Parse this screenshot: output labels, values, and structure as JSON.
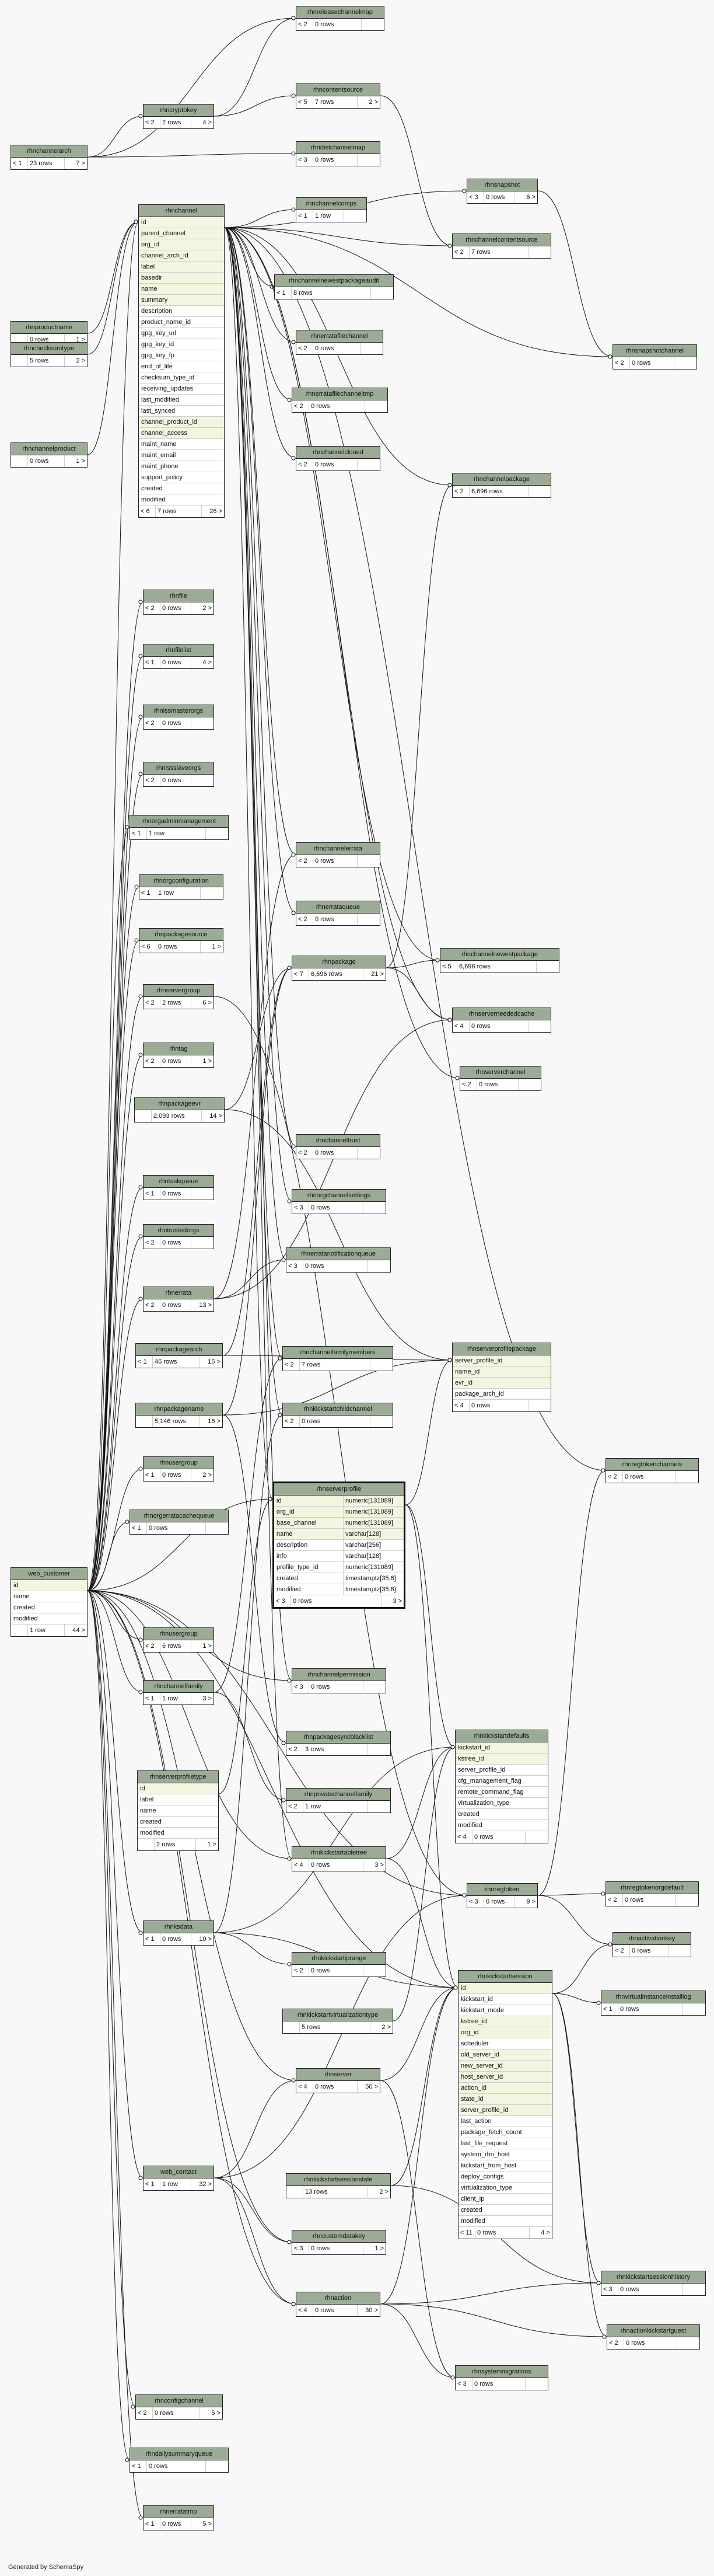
{
  "footer_text": "Generated by SchemaSpy",
  "tables": [
    {
      "id": "rhnreleasechannelmap",
      "name": "rhnreleasechannelmap",
      "cols": [],
      "left": "< 2",
      "rows": "0 rows",
      "right": ""
    },
    {
      "id": "rhncryptokey",
      "name": "rhncryptokey",
      "cols": [],
      "left": "< 2",
      "rows": "2 rows",
      "right": "4 >"
    },
    {
      "id": "rhncontentsource",
      "name": "rhncontentsource",
      "cols": [],
      "left": "< 5",
      "rows": "7 rows",
      "right": "2 >"
    },
    {
      "id": "rhnchannelarch",
      "name": "rhnchannelarch",
      "cols": [],
      "left": "< 1",
      "rows": "23 rows",
      "right": "7 >"
    },
    {
      "id": "rhndistchannelmap",
      "name": "rhndistchannelmap",
      "cols": [],
      "left": "< 3",
      "rows": "0 rows",
      "right": ""
    },
    {
      "id": "rhnsnapshot",
      "name": "rhnsnapshot",
      "cols": [],
      "left": "< 3",
      "rows": "0 rows",
      "right": "6 >"
    },
    {
      "id": "rhnchannel",
      "name": "rhnchannel",
      "cols": [
        {
          "n": "id",
          "k": true
        },
        {
          "n": "parent_channel",
          "k": true
        },
        {
          "n": "org_id",
          "k": true
        },
        {
          "n": "channel_arch_id",
          "k": true
        },
        {
          "n": "label",
          "k": true
        },
        {
          "n": "basedir",
          "k": true
        },
        {
          "n": "name",
          "k": true
        },
        {
          "n": "summary",
          "k": true
        },
        {
          "n": "description"
        },
        {
          "n": "product_name_id"
        },
        {
          "n": "gpg_key_url"
        },
        {
          "n": "gpg_key_id"
        },
        {
          "n": "gpg_key_fp"
        },
        {
          "n": "end_of_life"
        },
        {
          "n": "checksum_type_id"
        },
        {
          "n": "receiving_updates"
        },
        {
          "n": "last_modified"
        },
        {
          "n": "last_synced"
        },
        {
          "n": "channel_product_id",
          "k": true
        },
        {
          "n": "channel_access",
          "k": true
        },
        {
          "n": "maint_name"
        },
        {
          "n": "maint_email"
        },
        {
          "n": "maint_phone"
        },
        {
          "n": "support_policy"
        },
        {
          "n": "created"
        },
        {
          "n": "modified"
        }
      ],
      "left": "< 6",
      "rows": "7 rows",
      "right": "26 >"
    },
    {
      "id": "rhnchannelcomps",
      "name": "rhnchannelcomps",
      "cols": [],
      "left": "< 1",
      "rows": "1 row",
      "right": ""
    },
    {
      "id": "rhnchannelcontentsource",
      "name": "rhnchannelcontentsource",
      "cols": [],
      "left": "< 2",
      "rows": "7 rows",
      "right": ""
    },
    {
      "id": "rhnchannelnewestpackageaudit",
      "name": "rhnchannelnewestpackageaudit",
      "cols": [],
      "left": "< 1",
      "rows": "8 rows",
      "right": ""
    },
    {
      "id": "rhnproductname",
      "name": "rhnproductname",
      "cols": [],
      "left": "",
      "rows": "0 rows",
      "right": "1 >"
    },
    {
      "id": "rhnerrataclonedtmp",
      "name": "rhnerratafilechannel",
      "cols": [],
      "left": "< 2",
      "rows": "0 rows",
      "right": ""
    },
    {
      "id": "rhnsnapshotchannel",
      "name": "rhnsnapshotchannel",
      "cols": [],
      "left": "< 2",
      "rows": "0 rows",
      "right": ""
    },
    {
      "id": "rhnchecksumtype",
      "name": "rhnchecksumtype",
      "cols": [],
      "left": "",
      "rows": "5 rows",
      "right": "2 >"
    },
    {
      "id": "rhnerratafilechanneltmp",
      "name": "rhnerratafilechanneltmp",
      "cols": [],
      "left": "< 2",
      "rows": "0 rows",
      "right": ""
    },
    {
      "id": "rhnchannelproduct",
      "name": "rhnchannelproduct",
      "cols": [],
      "left": "",
      "rows": "0 rows",
      "right": "1 >"
    },
    {
      "id": "rhnchannelcloned",
      "name": "rhnchannelcloned",
      "cols": [],
      "left": "< 2",
      "rows": "0 rows",
      "right": ""
    },
    {
      "id": "rhnchannelpackage",
      "name": "rhnchannelpackage",
      "cols": [],
      "left": "< 2",
      "rows": "6,696 rows",
      "right": ""
    },
    {
      "id": "rhnfile",
      "name": "rhnfile",
      "cols": [],
      "left": "< 2",
      "rows": "0 rows",
      "right": "2 >"
    },
    {
      "id": "rhnfilelist",
      "name": "rhnfilelist",
      "cols": [],
      "left": "< 1",
      "rows": "0 rows",
      "right": "4 >"
    },
    {
      "id": "rhnsnmastererorgs",
      "name": "rhnissmasterorgs",
      "cols": [],
      "left": "< 2",
      "rows": "0 rows",
      "right": ""
    },
    {
      "id": "rhnisslaveorgs",
      "name": "rhnissslaveorgs",
      "cols": [],
      "left": "< 2",
      "rows": "0 rows",
      "right": ""
    },
    {
      "id": "rhnorgadminmanagement",
      "name": "rhnorgadminmanagement",
      "cols": [],
      "left": "< 1",
      "rows": "1 row",
      "right": ""
    },
    {
      "id": "rhnchannelerrata",
      "name": "rhnchannelerrata",
      "cols": [],
      "left": "< 2",
      "rows": "0 rows",
      "right": ""
    },
    {
      "id": "rhnorgconfiguration",
      "name": "rhnorgconfiguration",
      "cols": [],
      "left": "< 1",
      "rows": "1 row",
      "right": ""
    },
    {
      "id": "rhnerrataqueue",
      "name": "rhnerrataqueue",
      "cols": [],
      "left": "< 2",
      "rows": "0 rows",
      "right": ""
    },
    {
      "id": "rhnpackagesource",
      "name": "rhnpackagesource",
      "cols": [],
      "left": "< 6",
      "rows": "0 rows",
      "right": "1 >"
    },
    {
      "id": "rhnpackage",
      "name": "rhnpackage",
      "cols": [],
      "left": "< 7",
      "rows": "6,696 rows",
      "right": "21 >"
    },
    {
      "id": "rhnchannelnewestpackage",
      "name": "rhnchannelnewestpackage",
      "cols": [],
      "left": "< 5",
      "rows": "6,696 rows",
      "right": ""
    },
    {
      "id": "rhnservergroup",
      "name": "rhnservergroup",
      "cols": [],
      "left": "< 2",
      "rows": "2 rows",
      "right": "6 >"
    },
    {
      "id": "rhnserverneededcache",
      "name": "rhnserverneededcache",
      "cols": [],
      "left": "< 4",
      "rows": "0 rows",
      "right": ""
    },
    {
      "id": "rhntag",
      "name": "rhntag",
      "cols": [],
      "left": "< 2",
      "rows": "0 rows",
      "right": "1 >"
    },
    {
      "id": "rhnserverchannel",
      "name": "rhnserverchannel",
      "cols": [],
      "left": "< 2",
      "rows": "0 rows",
      "right": ""
    },
    {
      "id": "rhnpackageevr",
      "name": "rhnpackageevr",
      "cols": [],
      "left": "",
      "rows": "2,093 rows",
      "right": "14 >"
    },
    {
      "id": "rhnchanneltrust",
      "name": "rhnchanneltrust",
      "cols": [],
      "left": "< 2",
      "rows": "0 rows",
      "right": ""
    },
    {
      "id": "rhntaskqueue",
      "name": "rhntaskqueue",
      "cols": [],
      "left": "< 1",
      "rows": "0 rows",
      "right": ""
    },
    {
      "id": "rhnorgchannelsettings",
      "name": "rhnorgchannelsettings",
      "cols": [],
      "left": "< 3",
      "rows": "0 rows",
      "right": ""
    },
    {
      "id": "rhntrustedorgs",
      "name": "rhntrustedorgs",
      "cols": [],
      "left": "< 2",
      "rows": "0 rows",
      "right": ""
    },
    {
      "id": "rhnerratanotificationqueue",
      "name": "rhnerratanotificationqueue",
      "cols": [],
      "left": "< 3",
      "rows": "0 rows",
      "right": ""
    },
    {
      "id": "rhnerrata",
      "name": "rhnerrata",
      "cols": [],
      "left": "< 2",
      "rows": "0 rows",
      "right": "13 >"
    },
    {
      "id": "rhnpackagearch",
      "name": "rhnpackagearch",
      "cols": [],
      "left": "< 1",
      "rows": "46 rows",
      "right": "15 >"
    },
    {
      "id": "rhnchannelfamilymembers",
      "name": "rhnchannelfamilymembers",
      "cols": [],
      "left": "< 2",
      "rows": "7 rows",
      "right": ""
    },
    {
      "id": "rhnserverprofilepackage",
      "name": "rhnserverprofilepackage",
      "cols": [
        {
          "n": "server_profile_id",
          "k": true
        },
        {
          "n": "name_id",
          "k": true
        },
        {
          "n": "evr_id",
          "k": true
        },
        {
          "n": "package_arch_id"
        }
      ],
      "left": "< 4",
      "rows": "0 rows",
      "right": ""
    },
    {
      "id": "rhnpackagename",
      "name": "rhnpackagename",
      "cols": [],
      "left": "",
      "rows": "5,146 rows",
      "right": "16 >"
    },
    {
      "id": "rhnkickstartchildchannel",
      "name": "rhnkickstartchildchannel",
      "cols": [],
      "left": "< 2",
      "rows": "0 rows",
      "right": ""
    },
    {
      "id": "rhnusergroup",
      "name": "rhnusergroup",
      "cols": [],
      "left": "< 1",
      "rows": "0 rows",
      "right": "2 >"
    },
    {
      "id": "rhnregtokenchannels",
      "name": "rhnregtokenchannels",
      "cols": [],
      "left": "< 2",
      "rows": "0 rows",
      "right": ""
    },
    {
      "id": "rhnserverprofile",
      "name": "rhnserverprofile",
      "focus": true,
      "cols": [
        {
          "n": "id",
          "t": "numeric[131089]",
          "k": true
        },
        {
          "n": "org_id",
          "t": "numeric[131089]",
          "k": true
        },
        {
          "n": "base_channel",
          "t": "numeric[131089]",
          "k": true
        },
        {
          "n": "name",
          "t": "varchar[128]",
          "k": true
        },
        {
          "n": "description",
          "t": "varchar[256]"
        },
        {
          "n": "info",
          "t": "varchar[128]"
        },
        {
          "n": "profile_type_id",
          "t": "numeric[131089]"
        },
        {
          "n": "created",
          "t": "timestamptz[35,6]"
        },
        {
          "n": "modified",
          "t": "timestamptz[35,6]"
        }
      ],
      "left": "< 3",
      "rows": "0 rows",
      "right": "3 >"
    },
    {
      "id": "rhnerratacachequeue",
      "name": "rhnorgerratacachequeue",
      "cols": [],
      "left": "< 1",
      "rows": "0 rows",
      "right": ""
    },
    {
      "id": "web_customer",
      "name": "web_customer",
      "cols": [
        {
          "n": "id",
          "k": true
        },
        {
          "n": "name"
        },
        {
          "n": "created"
        },
        {
          "n": "modified"
        }
      ],
      "left": "",
      "rows": "1 row",
      "right": "44 >"
    },
    {
      "id": "rhnusergroup2",
      "name": "rhnusergroup",
      "cols": [],
      "left": "< 2",
      "rows": "6 rows",
      "right": "1 >"
    },
    {
      "id": "rhnchannelpermission",
      "name": "rhnchannelpermission",
      "cols": [],
      "left": "< 3",
      "rows": "0 rows",
      "right": ""
    },
    {
      "id": "rhnchannelfamily",
      "name": "rhnchannelfamily",
      "cols": [],
      "left": "< 1",
      "rows": "1 row",
      "right": "3 >"
    },
    {
      "id": "rhnkickstartdefaults",
      "name": "rhnkickstartdefaults",
      "cols": [
        {
          "n": "kickstart_id",
          "k": true
        },
        {
          "n": "kstree_id",
          "k": true
        },
        {
          "n": "server_profile_id"
        },
        {
          "n": "cfg_management_flag"
        },
        {
          "n": "remote_command_flag"
        },
        {
          "n": "virtualization_type"
        },
        {
          "n": "created"
        },
        {
          "n": "modified"
        }
      ],
      "left": "< 4",
      "rows": "0 rows",
      "right": ""
    },
    {
      "id": "rhnpackagesyncblacklist",
      "name": "rhnpackagesyncblacklist",
      "cols": [],
      "left": "< 2",
      "rows": "3 rows",
      "right": ""
    },
    {
      "id": "rhnserverprofiletype",
      "name": "rhnserverprofiletype",
      "cols": [
        {
          "n": "id",
          "k": true
        },
        {
          "n": "label"
        },
        {
          "n": "name"
        },
        {
          "n": "created"
        },
        {
          "n": "modified"
        }
      ],
      "left": "",
      "rows": "2 rows",
      "right": "1 >"
    },
    {
      "id": "rhnprivatechannelfamily",
      "name": "rhnprivatechannelfamily",
      "cols": [],
      "left": "< 2",
      "rows": "1 row",
      "right": ""
    },
    {
      "id": "rhnkickstartabletree",
      "name": "rhnkickstartabletree",
      "cols": [],
      "left": "< 4",
      "rows": "0 rows",
      "right": "3 >"
    },
    {
      "id": "rhnregtoken",
      "name": "rhnregtoken",
      "cols": [],
      "left": "< 3",
      "rows": "0 rows",
      "right": "9 >"
    },
    {
      "id": "rhnregtokenorgdefault",
      "name": "rhnregtokenorgdefault",
      "cols": [],
      "left": "< 2",
      "rows": "0 rows",
      "right": ""
    },
    {
      "id": "rhnksdata",
      "name": "rhnksdata",
      "cols": [],
      "left": "< 1",
      "rows": "0 rows",
      "right": "10 >"
    },
    {
      "id": "rhnactivationkey",
      "name": "rhnactivationkey",
      "cols": [],
      "left": "< 2",
      "rows": "0 rows",
      "right": ""
    },
    {
      "id": "rhnkickstartsession",
      "name": "rhnkickstartsession",
      "cols": [
        {
          "n": "id",
          "k": true
        },
        {
          "n": "kickstart_id"
        },
        {
          "n": "kickstart_mode"
        },
        {
          "n": "kstree_id",
          "k": true
        },
        {
          "n": "org_id",
          "k": true
        },
        {
          "n": "scheduler"
        },
        {
          "n": "old_server_id",
          "k": true
        },
        {
          "n": "new_server_id",
          "k": true
        },
        {
          "n": "host_server_id",
          "k": true
        },
        {
          "n": "action_id",
          "k": true
        },
        {
          "n": "state_id",
          "k": true
        },
        {
          "n": "server_profile_id",
          "k": true
        },
        {
          "n": "last_action"
        },
        {
          "n": "package_fetch_count"
        },
        {
          "n": "last_file_request"
        },
        {
          "n": "system_rhn_host"
        },
        {
          "n": "kickstart_from_host"
        },
        {
          "n": "deploy_configs"
        },
        {
          "n": "virtualization_type"
        },
        {
          "n": "client_ip"
        },
        {
          "n": "created"
        },
        {
          "n": "modified"
        }
      ],
      "left": "< 11",
      "rows": "0 rows",
      "right": "4 >"
    },
    {
      "id": "rhnkickstartprange",
      "name": "rhnkickstartiprange",
      "cols": [],
      "left": "< 2",
      "rows": "0 rows",
      "right": ""
    },
    {
      "id": "rhnvirtualinstanceinstallog",
      "name": "rhnvirtualinstanceinstalllog",
      "cols": [],
      "left": "< 1",
      "rows": "0 rows",
      "right": ""
    },
    {
      "id": "rhnkickstartvirtualizationtype",
      "name": "rhnkickstartvirtualizationtype",
      "cols": [],
      "left": "",
      "rows": "5 rows",
      "right": "2 >"
    },
    {
      "id": "rhnserver",
      "name": "rhnserver",
      "cols": [],
      "left": "< 4",
      "rows": "0 rows",
      "right": "50 >"
    },
    {
      "id": "web_contact",
      "name": "web_contact",
      "cols": [],
      "left": "< 1",
      "rows": "1 row",
      "right": "32 >"
    },
    {
      "id": "rhnkickstartsessionstate",
      "name": "rhnkickstartsessionstate",
      "cols": [],
      "left": "",
      "rows": "13 rows",
      "right": "2 >"
    },
    {
      "id": "rhncustomdatakey",
      "name": "rhncustomdatakey",
      "cols": [],
      "left": "< 3",
      "rows": "0 rows",
      "right": "1 >"
    },
    {
      "id": "rhnkickstartsessionhistory",
      "name": "rhnkickstartsessionhistory",
      "cols": [],
      "left": "< 3",
      "rows": "0 rows",
      "right": ""
    },
    {
      "id": "rhnaction",
      "name": "rhnaction",
      "cols": [],
      "left": "< 4",
      "rows": "0 rows",
      "right": "30 >"
    },
    {
      "id": "rhnactionkickstartguest",
      "name": "rhnactionkickstartguest",
      "cols": [],
      "left": "< 2",
      "rows": "0 rows",
      "right": ""
    },
    {
      "id": "rhnsystemmigrations",
      "name": "rhnsystemmigrations",
      "cols": [],
      "left": "< 3",
      "rows": "0 rows",
      "right": ""
    },
    {
      "id": "rhnconfigchannel",
      "name": "rhnconfigchannel",
      "cols": [],
      "left": "< 2",
      "rows": "0 rows",
      "right": "5 >"
    },
    {
      "id": "rhndailysummaryqueue",
      "name": "rhndailysummaryqueue",
      "cols": [],
      "left": "< 1",
      "rows": "0 rows",
      "right": ""
    },
    {
      "id": "rhnerratatmp",
      "name": "rhnerratatmp",
      "cols": [],
      "left": "< 1",
      "rows": "0 rows",
      "right": "5 >"
    }
  ]
}
